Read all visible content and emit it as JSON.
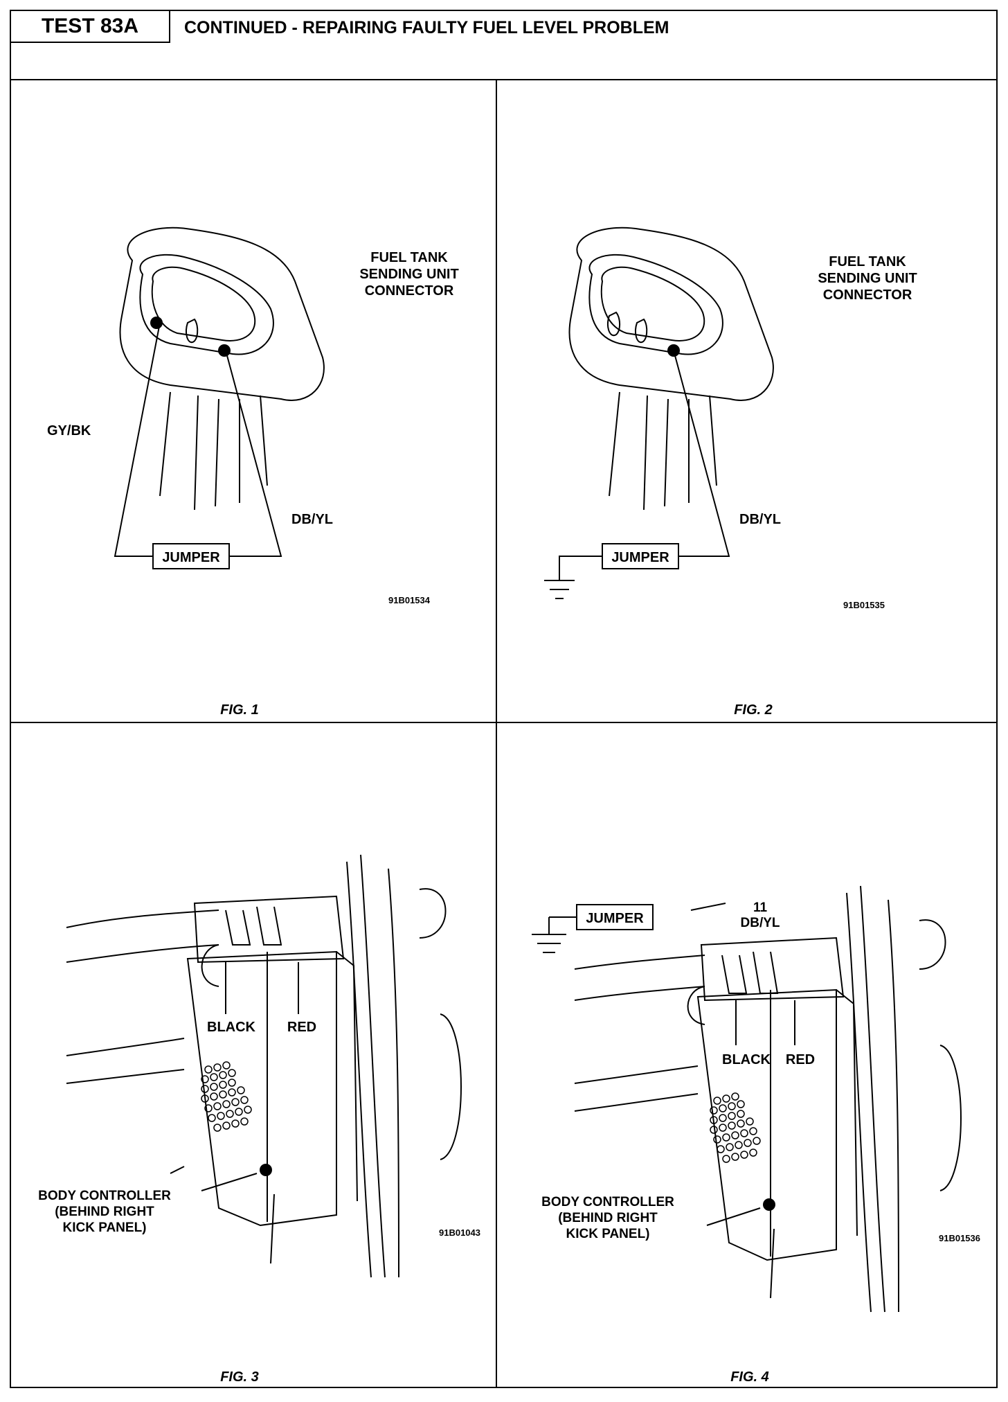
{
  "header": {
    "test_id": "TEST 83A",
    "title": "CONTINUED - REPAIRING FAULTY FUEL LEVEL PROBLEM"
  },
  "fig1": {
    "label_line1": "FUEL TANK",
    "label_line2": "SENDING UNIT",
    "label_line3": "CONNECTOR",
    "wire_left": "GY/BK",
    "wire_right": "DB/YL",
    "jumper": "JUMPER",
    "code": "91B01534",
    "caption": "FIG. 1"
  },
  "fig2": {
    "label_line1": "FUEL TANK",
    "label_line2": "SENDING UNIT",
    "label_line3": "CONNECTOR",
    "wire_right": "DB/YL",
    "jumper": "JUMPER",
    "code": "91B01535",
    "caption": "FIG. 2"
  },
  "fig3": {
    "black": "BLACK",
    "red": "RED",
    "body_line1": "BODY CONTROLLER",
    "body_line2": "(BEHIND RIGHT",
    "body_line3": "KICK PANEL)",
    "code": "91B01043",
    "caption": "FIG. 3"
  },
  "fig4": {
    "jumper": "JUMPER",
    "pin": "11",
    "wire": "DB/YL",
    "black": "BLACK",
    "red": "RED",
    "body_line1": "BODY CONTROLLER",
    "body_line2": "(BEHIND RIGHT",
    "body_line3": "KICK PANEL)",
    "code": "91B01536",
    "caption": "FIG. 4"
  }
}
